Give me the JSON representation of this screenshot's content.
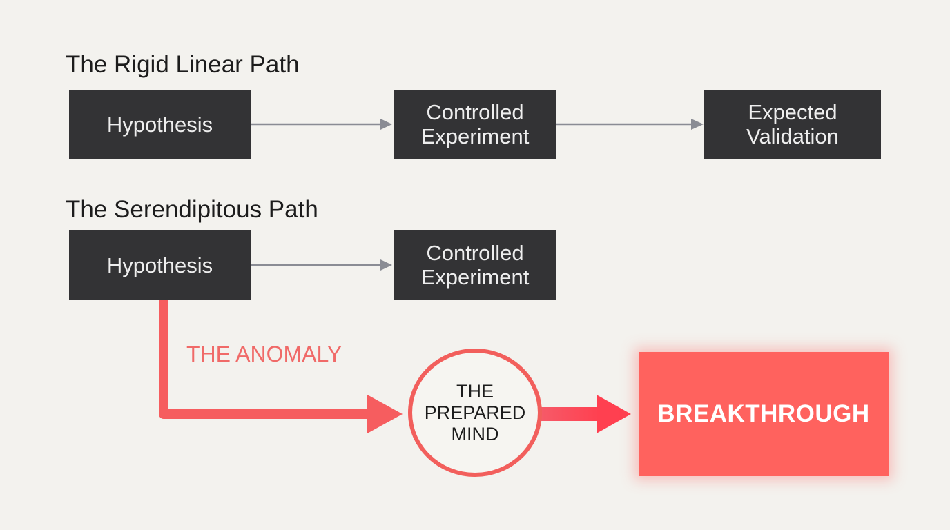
{
  "linear": {
    "title": "The Rigid Linear Path",
    "step1": "Hypothesis",
    "step2_line1": "Controlled",
    "step2_line2": "Experiment",
    "step3_line1": "Expected",
    "step3_line2": "Validation"
  },
  "serendipitous": {
    "title": "The Serendipitous Path",
    "step1": "Hypothesis",
    "step2_line1": "Controlled",
    "step2_line2": "Experiment",
    "anomaly_label": "THE ANOMALY",
    "mind_line1": "THE",
    "mind_line2": "PREPARED",
    "mind_line3": "MIND",
    "breakthrough": "BREAKTHROUGH"
  },
  "colors": {
    "background": "#f3f2ee",
    "box": "#333335",
    "accent": "#ff625e",
    "connector": "#8a8c94"
  }
}
